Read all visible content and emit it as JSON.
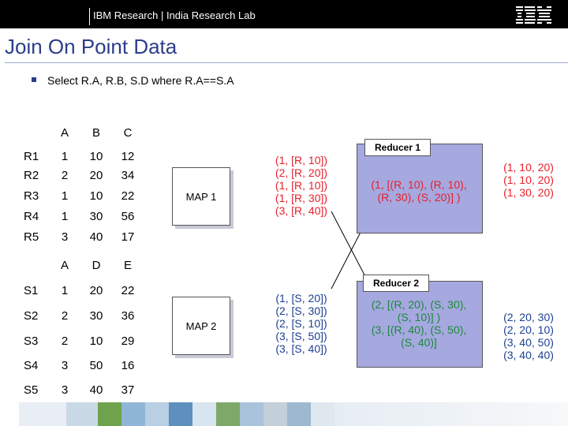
{
  "header": {
    "org": "IBM Research  |  India Research Lab",
    "logo": "IBM"
  },
  "title": "Join On Point Data",
  "bullet": "Select R.A, R.B, S.D where R.A==S.A",
  "table_r": {
    "headers": [
      "A",
      "B",
      "C"
    ],
    "rows": [
      {
        "label": "R1",
        "values": [
          "1",
          "10",
          "12"
        ]
      },
      {
        "label": "R2",
        "values": [
          "2",
          "20",
          "34"
        ]
      },
      {
        "label": "R3",
        "values": [
          "1",
          "10",
          "22"
        ]
      },
      {
        "label": "R4",
        "values": [
          "1",
          "30",
          "56"
        ]
      },
      {
        "label": "R5",
        "values": [
          "3",
          "40",
          "17"
        ]
      }
    ]
  },
  "table_s": {
    "headers": [
      "A",
      "D",
      "E"
    ],
    "rows": [
      {
        "label": "S1",
        "values": [
          "1",
          "20",
          "22"
        ]
      },
      {
        "label": "S2",
        "values": [
          "2",
          "30",
          "36"
        ]
      },
      {
        "label": "S3",
        "values": [
          "2",
          "10",
          "29"
        ]
      },
      {
        "label": "S4",
        "values": [
          "3",
          "50",
          "16"
        ]
      },
      {
        "label": "S5",
        "values": [
          "3",
          "40",
          "37"
        ]
      }
    ]
  },
  "map1": {
    "label": "MAP 1",
    "output": [
      "(1, [R, 10])",
      "(2, [R, 20])",
      "(1, [R, 10])",
      "(1, [R, 30])",
      "(3, [R, 40])"
    ]
  },
  "map2": {
    "label": "MAP 2",
    "output": [
      "(1, [S, 20])",
      "(2, [S, 30])",
      "(2, [S, 10])",
      "(3, [S, 50])",
      "(3, [S, 40])"
    ]
  },
  "reducer1": {
    "label": "Reducer 1",
    "input": [
      "(1, [(R, 10), (R, 10),",
      "(R, 30), (S, 20)] )"
    ],
    "output": [
      "(1, 10, 20)",
      "(1, 10, 20)",
      "(1, 30, 20)"
    ]
  },
  "reducer2": {
    "label": "Reducer 2",
    "input": [
      "(2, [(R, 20), (S, 30),",
      "(S, 10)] )",
      "(3, [(R, 40), (S, 50),",
      "(S, 40)]"
    ],
    "output": [
      "(2, 20, 30)",
      "(2, 20, 10)",
      "(3, 40, 50)",
      "(3, 40, 40)"
    ]
  },
  "colors": {
    "title": "#2c3d8a",
    "red": "#e8202a",
    "blue": "#1d3f92",
    "green": "#1a8a3a",
    "reducer_fill": "#a6a8e0"
  }
}
